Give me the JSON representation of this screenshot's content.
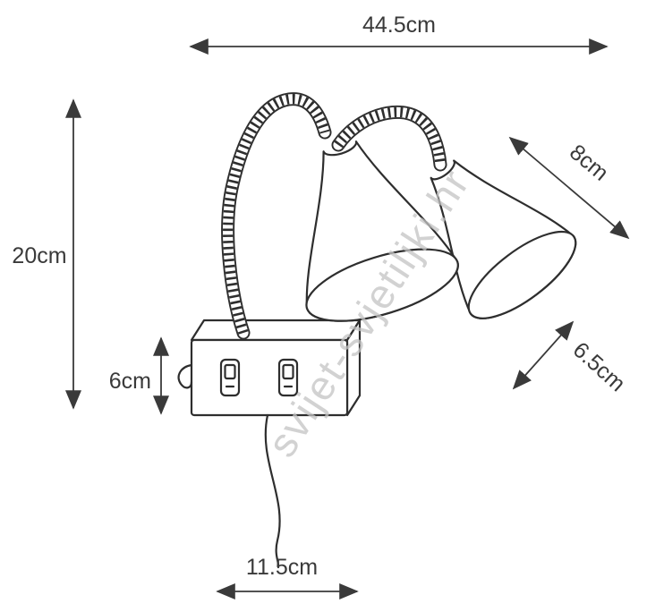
{
  "colors": {
    "line": "#2e2e2e",
    "label": "#3a3a3a",
    "watermark": "#c4c4c4"
  },
  "watermark": {
    "text": "svijet-svjetiljki.hr"
  },
  "dimensions": {
    "total_width": "44.5cm",
    "total_height": "20cm",
    "shade_length": "8cm",
    "shade_diameter": "6.5cm",
    "mount_box_height": "6cm",
    "cord_bottom_width": "11.5cm"
  }
}
